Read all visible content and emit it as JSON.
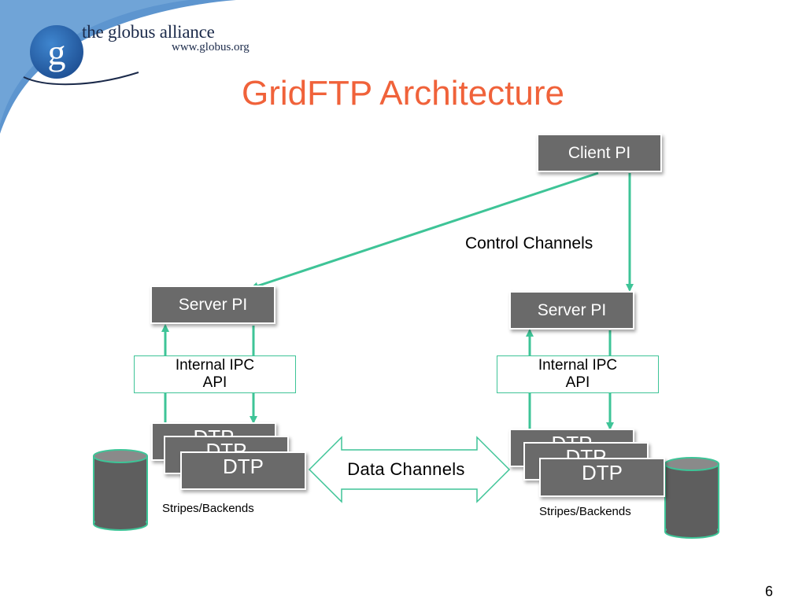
{
  "header": {
    "logo_letter": "g",
    "logo_name": "the globus alliance",
    "logo_url": "www.globus.org"
  },
  "slide": {
    "title": "GridFTP Architecture",
    "page_number": "6"
  },
  "diagram": {
    "client": "Client PI",
    "control_label": "Control Channels",
    "data_label": "Data Channels",
    "left": {
      "server": "Server PI",
      "ipc_line1": "Internal IPC",
      "ipc_line2": "API",
      "dtp": [
        "DTP",
        "DTP",
        "DTP"
      ],
      "storage_label": "Stripes/Backends"
    },
    "right": {
      "server": "Server PI",
      "ipc_line1": "Internal IPC",
      "ipc_line2": "API",
      "dtp": [
        "DTP",
        "DTP",
        "DTP"
      ],
      "storage_label": "Stripes/Backends"
    }
  },
  "colors": {
    "title": "#f0623a",
    "arrow": "#3ec497",
    "box_fill": "#6a6a6a",
    "cylinder_fill": "#5e5e5e",
    "corner_blue": "#2f6db0"
  }
}
